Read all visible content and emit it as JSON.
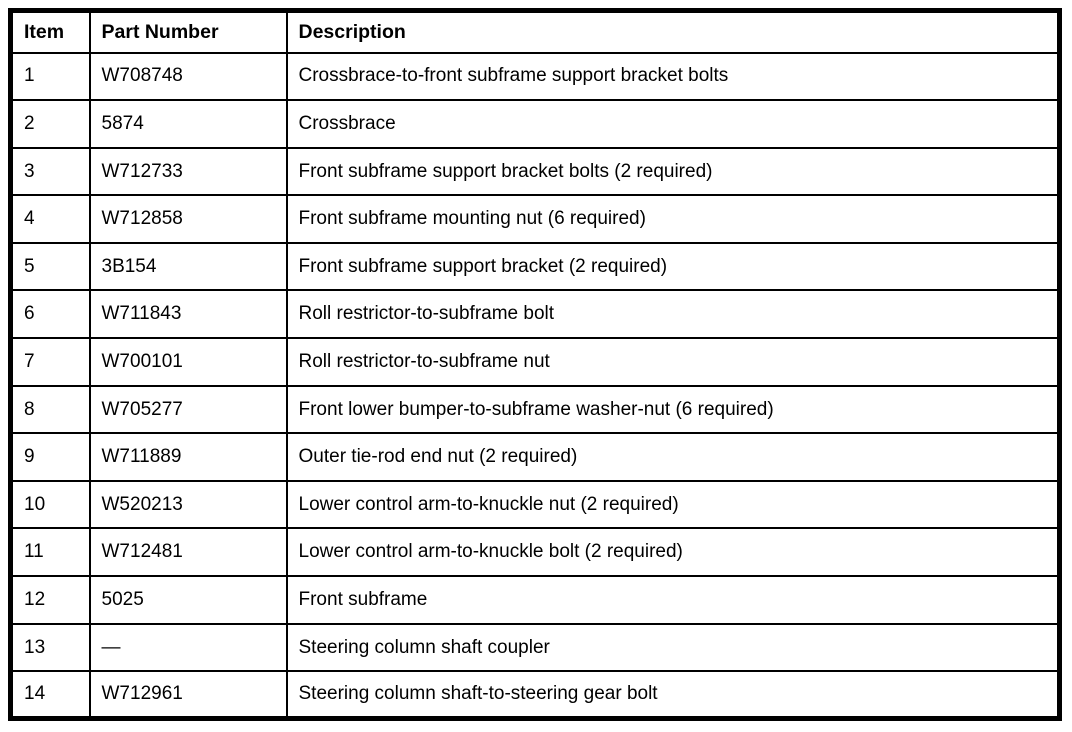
{
  "table": {
    "columns": {
      "item": "Item",
      "part_number": "Part Number",
      "description": "Description"
    },
    "rows": [
      {
        "item": "1",
        "part_number": "W708748",
        "description": "Crossbrace-to-front subframe support bracket bolts"
      },
      {
        "item": "2",
        "part_number": "5874",
        "description": "Crossbrace"
      },
      {
        "item": "3",
        "part_number": "W712733",
        "description": "Front subframe support bracket bolts (2 required)"
      },
      {
        "item": "4",
        "part_number": "W712858",
        "description": "Front subframe mounting nut (6 required)"
      },
      {
        "item": "5",
        "part_number": "3B154",
        "description": "Front subframe support bracket (2 required)"
      },
      {
        "item": "6",
        "part_number": "W711843",
        "description": "Roll restrictor-to-subframe bolt"
      },
      {
        "item": "7",
        "part_number": "W700101",
        "description": "Roll restrictor-to-subframe nut"
      },
      {
        "item": "8",
        "part_number": "W705277",
        "description": "Front lower bumper-to-subframe washer-nut (6 required)"
      },
      {
        "item": "9",
        "part_number": "W711889",
        "description": "Outer tie-rod end nut (2 required)"
      },
      {
        "item": "10",
        "part_number": "W520213",
        "description": "Lower control arm-to-knuckle nut (2 required)"
      },
      {
        "item": "11",
        "part_number": "W712481",
        "description": "Lower control arm-to-knuckle bolt (2 required)"
      },
      {
        "item": "12",
        "part_number": "5025",
        "description": "Front subframe"
      },
      {
        "item": "13",
        "part_number": "—",
        "description": "Steering column shaft coupler"
      },
      {
        "item": "14",
        "part_number": "W712961",
        "description": "Steering column shaft-to-steering gear bolt"
      }
    ]
  }
}
